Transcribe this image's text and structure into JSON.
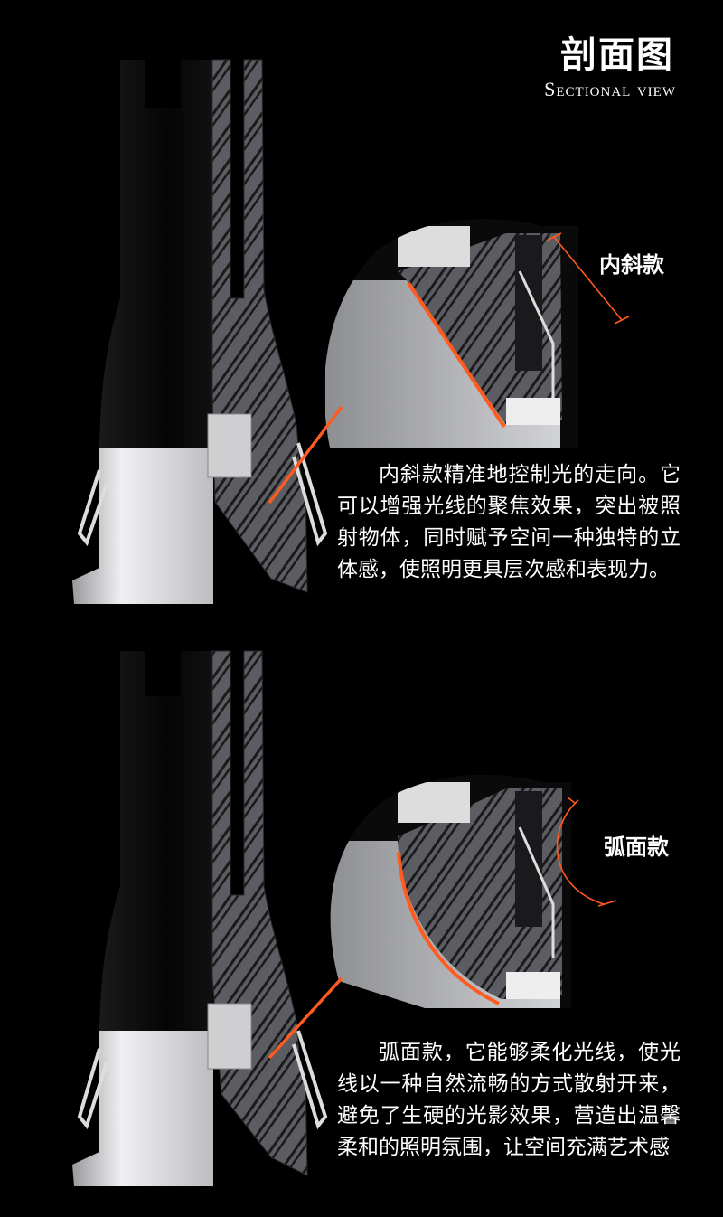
{
  "header": {
    "title": "剖面图",
    "subtitle": "Sectional view"
  },
  "sections": [
    {
      "label": "内斜款",
      "description": "内斜款精准地控制光的走向。它可以增强光线的聚焦效果，突出被照射物体，同时赋予空间一种独特的立体感，使照明更具层次感和表现力。",
      "accent_color": "#ff5a1f"
    },
    {
      "label": "弧面款",
      "description": "弧面款，它能够柔化光线，使光线以一种自然流畅的方式散射开来，避免了生硬的光影效果，营造出温馨柔和的照明氛围，让空间充满艺术感",
      "accent_color": "#ff5a1f"
    }
  ]
}
